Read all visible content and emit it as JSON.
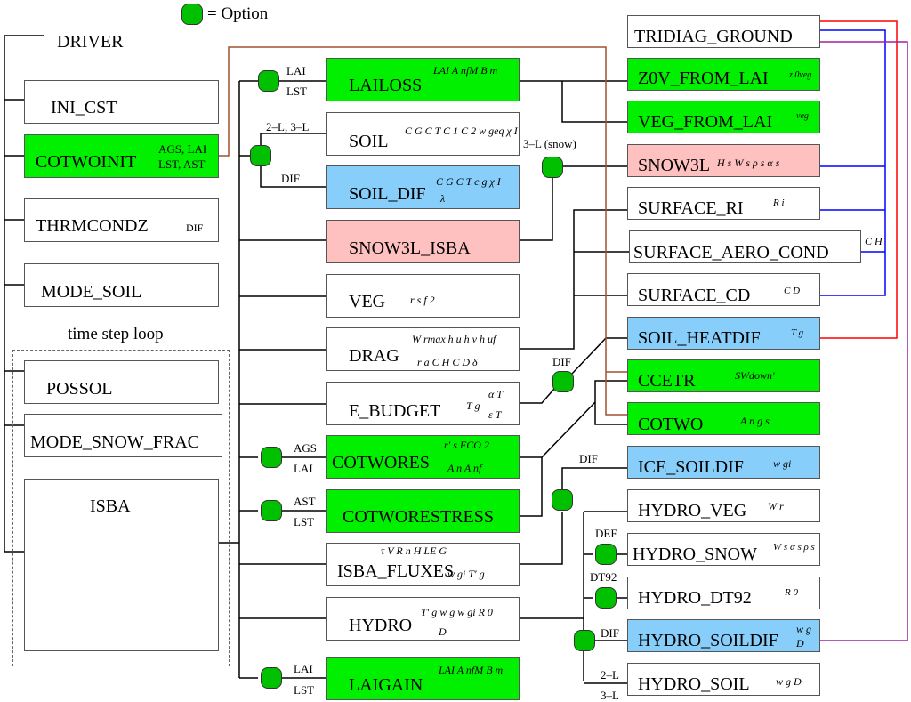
{
  "legend": {
    "symbol": "option-node",
    "text": "= Option",
    "color": "#00c000"
  },
  "colors": {
    "green": "#00f000",
    "blue": "#87cefa",
    "pink": "#ffc0c0",
    "option": "#00c000",
    "wire_brown": "#a0522d",
    "wire_red": "#ff0000",
    "wire_blue": "#0000ff",
    "wire_purple": "#a020a0"
  },
  "left_column": {
    "driver": "DRIVER",
    "ini_cst": "INI_CST",
    "cotwoinit": {
      "name": "COTWOINIT",
      "tags": [
        "AGS, LAI",
        "LST, AST"
      ]
    },
    "thrmcondz": {
      "name": "THRMCONDZ",
      "tag": "DIF"
    },
    "mode_soil": "MODE_SOIL",
    "loop_label": "time step loop",
    "possol": "POSSOL",
    "mode_snow_frac": "MODE_SNOW_FRAC",
    "isba": "ISBA"
  },
  "middle_column": {
    "lailoss": {
      "name": "LAILOSS",
      "vars": "LAI  A nfM  B m",
      "opt_top": "LAI",
      "opt_bottom": "LST"
    },
    "soil_opt_label": "2–L, 3–L",
    "soil": {
      "name": "SOIL",
      "vars": "C G  C T  C 1  C 2  w geq  χ I"
    },
    "soil_dif_opt_label": "DIF",
    "soil_dif": {
      "name": "SOIL_DIF",
      "vars": "C G  C T  c g  χ I",
      "vars2": "λ"
    },
    "snow3l_isba": {
      "name": "SNOW3L_ISBA"
    },
    "veg": {
      "name": "VEG",
      "vars": "r s    f 2"
    },
    "drag": {
      "name": "DRAG",
      "vars": "W rmax  h u  h v  h uf",
      "vars2": "r a    C H    C D   δ"
    },
    "e_budget": {
      "name": "E_BUDGET",
      "vars": "T g",
      "vars2": "α T",
      "vars3": "ε T"
    },
    "cotwores": {
      "name": "COTWORES",
      "vars": "r' s   FCO 2",
      "vars2": "A n   A nf",
      "opt_top": "AGS",
      "opt_bottom": "LAI"
    },
    "cotworestress": {
      "name": "COTWORESTRESS",
      "opt_top": "AST",
      "opt_bottom": "LST"
    },
    "isba_fluxes": {
      "name": "ISBA_FLUXES",
      "vars": "τ V  R n   H   LE   G",
      "vars2": "w gi   T' g"
    },
    "hydro": {
      "name": "HYDRO",
      "vars": "T' g  w g  w gi   R 0",
      "vars2": "D"
    },
    "laigain": {
      "name": "LAIGAIN",
      "vars": "LAI  A nfM  B m",
      "opt_top": "LAI",
      "opt_bottom": "LST"
    }
  },
  "connector_labels": {
    "snow_opt": "3–L (snow)",
    "heatdif_opt": "DIF",
    "ice_opt": "DIF",
    "hydro_snow_opt": "DEF",
    "hydro_dt92_opt": "DT92",
    "hydro_soildif_opt": "DIF",
    "hydro_soil_opt_a": "2–L",
    "hydro_soil_opt_b": "3–L"
  },
  "right_column": {
    "tridiag_ground": {
      "name": "TRIDIAG_GROUND"
    },
    "z0v_from_lai": {
      "name": "Z0V_FROM_LAI",
      "vars": "z 0veg"
    },
    "veg_from_lai": {
      "name": "VEG_FROM_LAI",
      "vars": "veg"
    },
    "snow3l": {
      "name": "SNOW3L",
      "vars": "H s   W s   ρ s   α s"
    },
    "surface_ri": {
      "name": "SURFACE_RI",
      "vars": "R i"
    },
    "surface_aero_cond": {
      "name": "SURFACE_AERO_COND",
      "vars": "C H"
    },
    "surface_cd": {
      "name": "SURFACE_CD",
      "vars": "C D"
    },
    "soil_heatdif": {
      "name": "SOIL_HEATDIF",
      "vars": "T g"
    },
    "ccetr": {
      "name": "CCETR",
      "vars": "SWdown'"
    },
    "cotwo": {
      "name": "COTWO",
      "vars": "A n    g s"
    },
    "ice_soildif": {
      "name": "ICE_SOILDIF",
      "vars": "w gi"
    },
    "hydro_veg": {
      "name": "HYDRO_VEG",
      "vars": "W r"
    },
    "hydro_snow": {
      "name": "HYDRO_SNOW",
      "vars": "W s α s  ρ s"
    },
    "hydro_dt92": {
      "name": "HYDRO_DT92",
      "vars": "R 0"
    },
    "hydro_soildif": {
      "name": "HYDRO_SOILDIF",
      "vars": "w g",
      "vars2": "D"
    },
    "hydro_soil": {
      "name": "HYDRO_SOIL",
      "vars": "w g   D"
    }
  }
}
